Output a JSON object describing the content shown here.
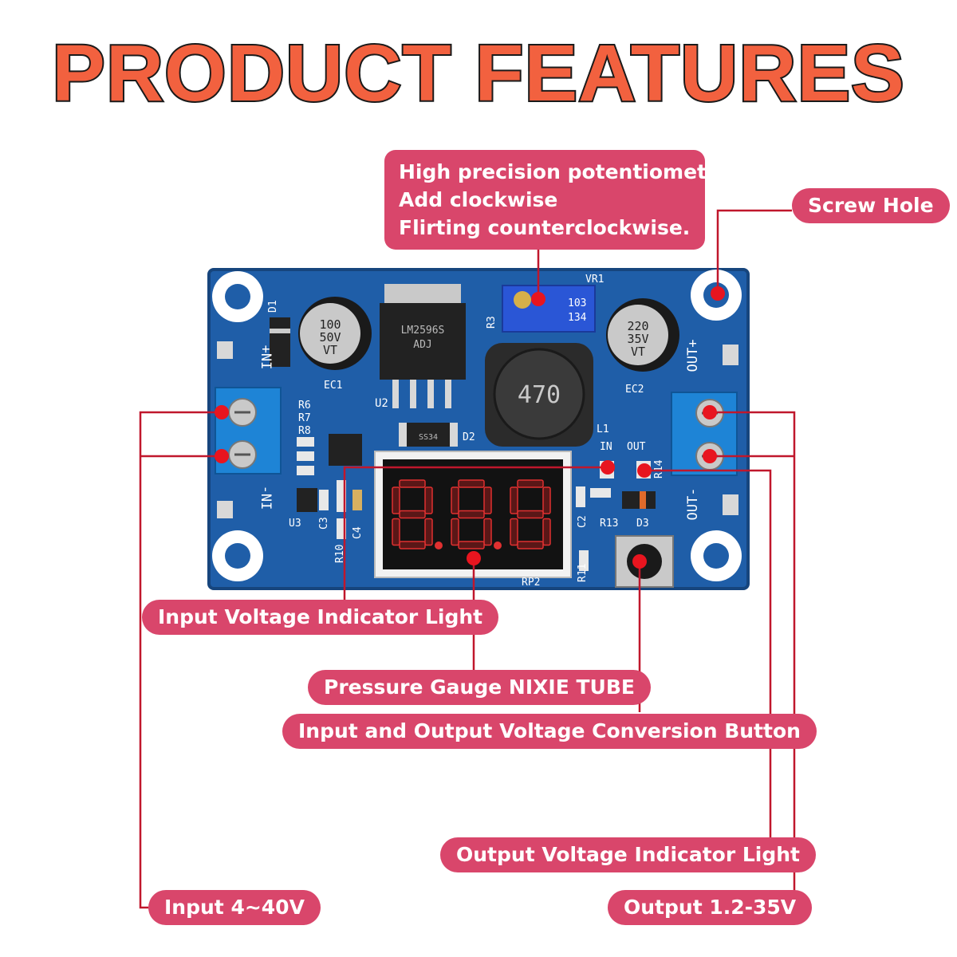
{
  "title": "PRODUCT FEATURES",
  "accent_color": "#d9466b",
  "leader_color": "#c0172c",
  "board_color": "#1f5ea8",
  "callouts": {
    "potentiometer": {
      "lines": [
        "High precision potentiometer",
        "Add clockwise",
        "Flirting counterclockwise."
      ]
    },
    "screw_hole": "Screw Hole",
    "input_indicator": "Input Voltage Indicator Light",
    "nixie_tube": "Pressure Gauge NIXIE TUBE",
    "conversion_button": "Input and Output Voltage Conversion Button",
    "output_indicator": "Output Voltage Indicator Light",
    "input_range": "Input 4~40V",
    "output_range": "Output 1.2-35V"
  },
  "board": {
    "display_digits": "8.8.8",
    "pot_label": "VR1",
    "pot_markings": [
      "103",
      "134"
    ],
    "cap_left": [
      "100",
      "50V",
      "VT"
    ],
    "cap_left_label": "EC1",
    "cap_right": [
      "220",
      "35V",
      "VT"
    ],
    "cap_right_label": "EC2",
    "regulator_markings": [
      "LM2596S",
      "ADJ"
    ],
    "regulator_label": "U2",
    "inductor_value": "470",
    "inductor_label": "L1",
    "diode_label": "D2",
    "diode_marking": "SS34",
    "in_plus": "+NI",
    "in_minus": "-NI",
    "out_plus": "OUT+",
    "out_minus": "OUT-",
    "led_in": "IN",
    "led_out": "OUT",
    "silk_labels": [
      "D1",
      "R6",
      "R7",
      "R8",
      "U3",
      "C3",
      "C4",
      "R10",
      "R3",
      "R14",
      "R13",
      "D3",
      "C2",
      "R11",
      "RP2"
    ]
  }
}
